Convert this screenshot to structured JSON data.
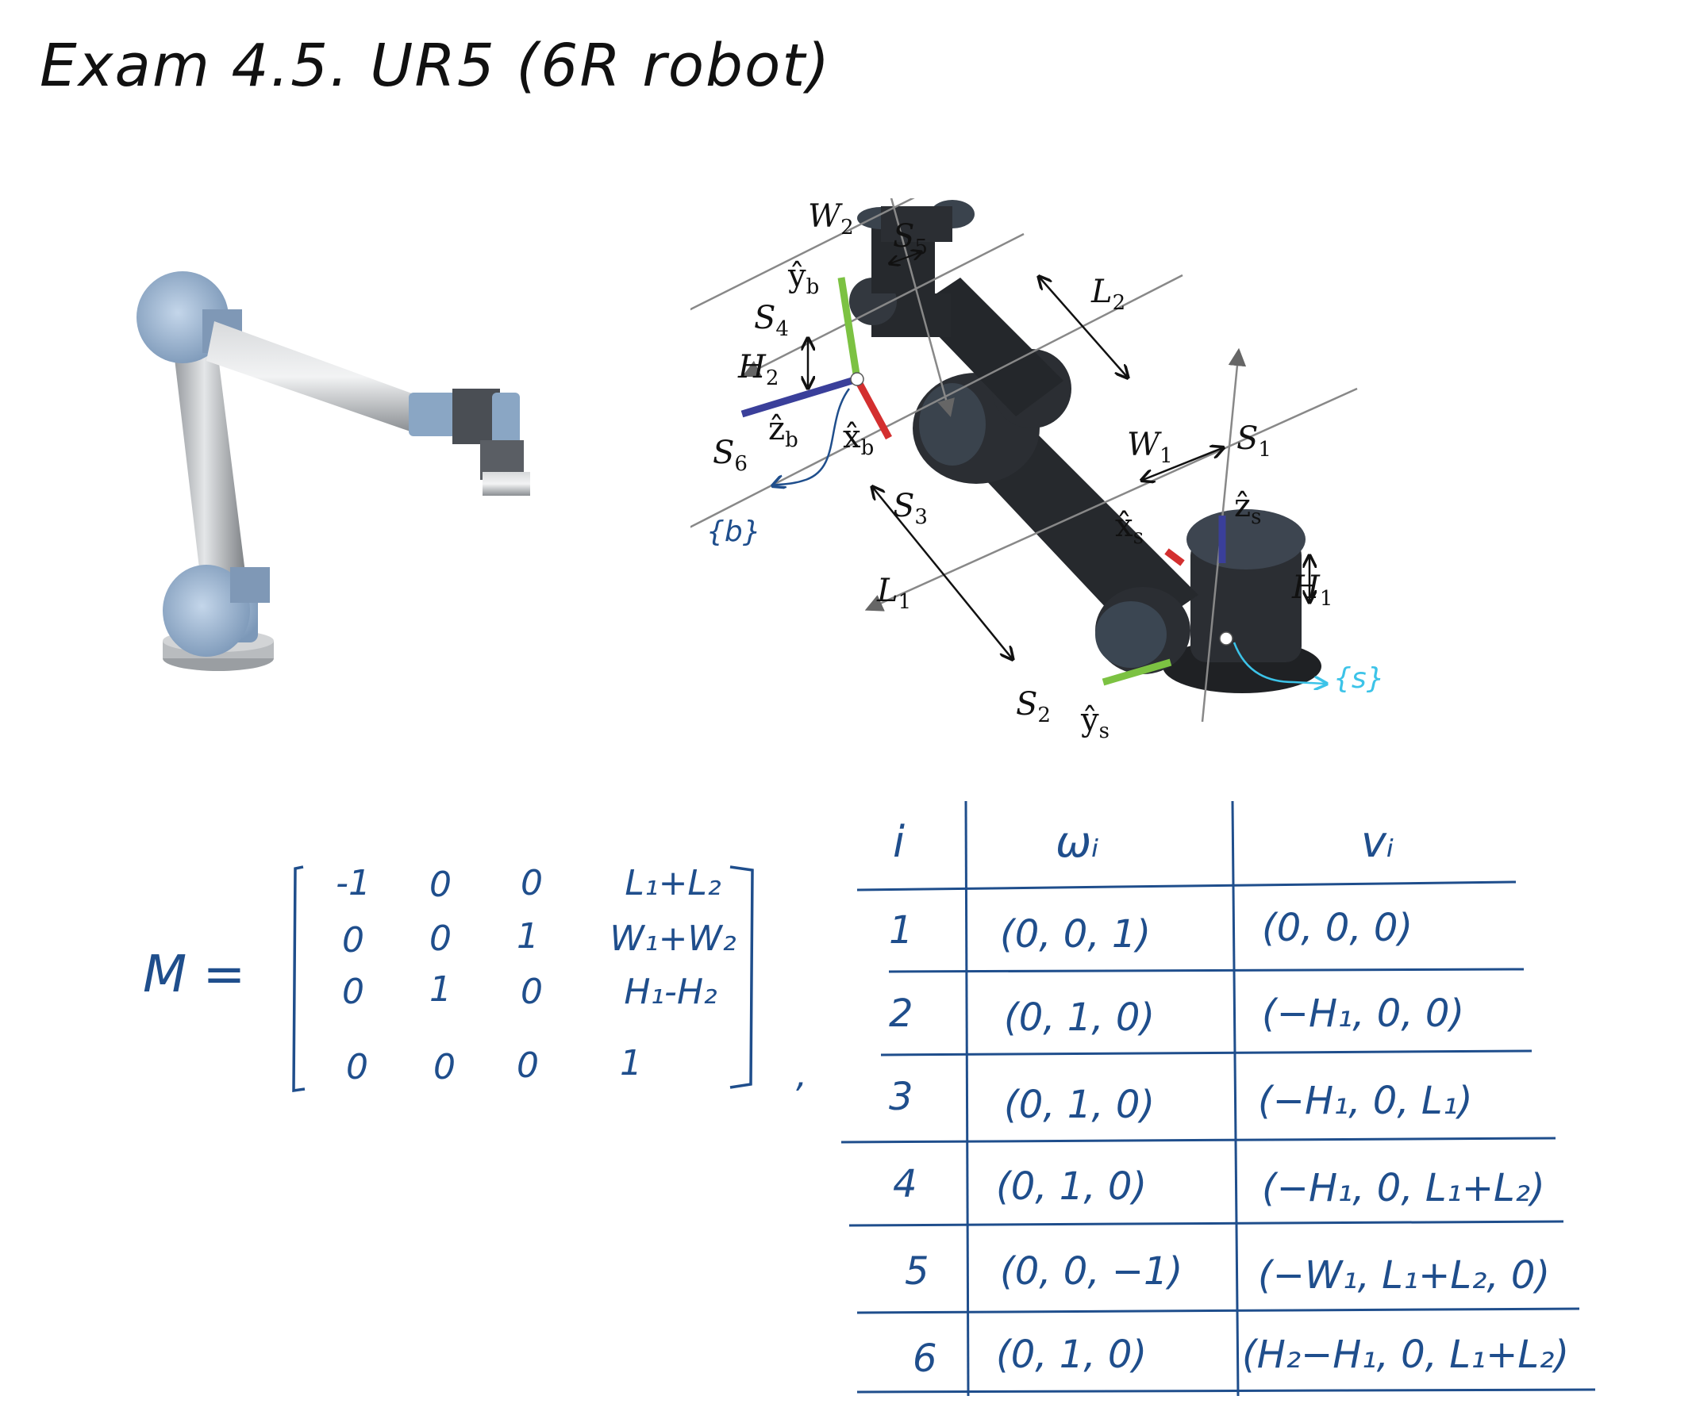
{
  "title": "Exam 4.5. UR5 (6R robot)",
  "labels": {
    "W2": "W",
    "W2_sub": "2",
    "S5": "S",
    "S5_sub": "5",
    "yb": "ŷ",
    "yb_sub": "b",
    "S4": "S",
    "S4_sub": "4",
    "L2": "L",
    "L2_sub": "2",
    "H2": "H",
    "H2_sub": "2",
    "zb": "ẑ",
    "zb_sub": "b",
    "xb": "x̂",
    "xb_sub": "b",
    "S6": "S",
    "S6_sub": "6",
    "W1": "W",
    "W1_sub": "1",
    "S1": "S",
    "S1_sub": "1",
    "S3": "S",
    "S3_sub": "3",
    "xs": "x̂",
    "xs_sub": "s",
    "zs": "ẑ",
    "zs_sub": "s",
    "H1": "H",
    "H1_sub": "1",
    "L1": "L",
    "L1_sub": "1",
    "S2": "S",
    "S2_sub": "2",
    "ys": "ŷ",
    "ys_sub": "s"
  },
  "notes": {
    "body_frame": "{b}",
    "space_frame": "{s}"
  },
  "matrix": {
    "label": "M =",
    "rows": [
      [
        "-1",
        "0",
        "0",
        "L₁+L₂"
      ],
      [
        "0",
        "0",
        "1",
        "W₁+W₂"
      ],
      [
        "0",
        "1",
        "0",
        "H₁-H₂"
      ],
      [
        "0",
        "0",
        "0",
        "1"
      ]
    ],
    "trailing": ","
  },
  "table": {
    "headers": [
      "i",
      "ωᵢ",
      "vᵢ"
    ],
    "rows": [
      [
        "1",
        "(0, 0, 1)",
        "(0, 0, 0)"
      ],
      [
        "2",
        "(0, 1, 0)",
        "(−H₁, 0, 0)"
      ],
      [
        "3",
        "(0, 1, 0)",
        "(−H₁, 0, L₁)"
      ],
      [
        "4",
        "(0, 1, 0)",
        "(−H₁, 0, L₁+L₂)"
      ],
      [
        "5",
        "(0, 0, −1)",
        "(−W₁, L₁+L₂, 0)"
      ],
      [
        "6",
        "(0, 1, 0)",
        "(H₂−H₁, 0, L₁+L₂)"
      ]
    ]
  },
  "colors": {
    "ink": "#1f4e8c",
    "robot_dark": "#2b2e33",
    "robot_cap": "#5b6f86",
    "photo_blue": "#9fb8d4",
    "axis_gray": "#888888",
    "x_axis": "#d32f2f",
    "y_axis": "#7cc242",
    "z_axis": "#3a3f9a",
    "cyan_note": "#3cc3e8"
  }
}
